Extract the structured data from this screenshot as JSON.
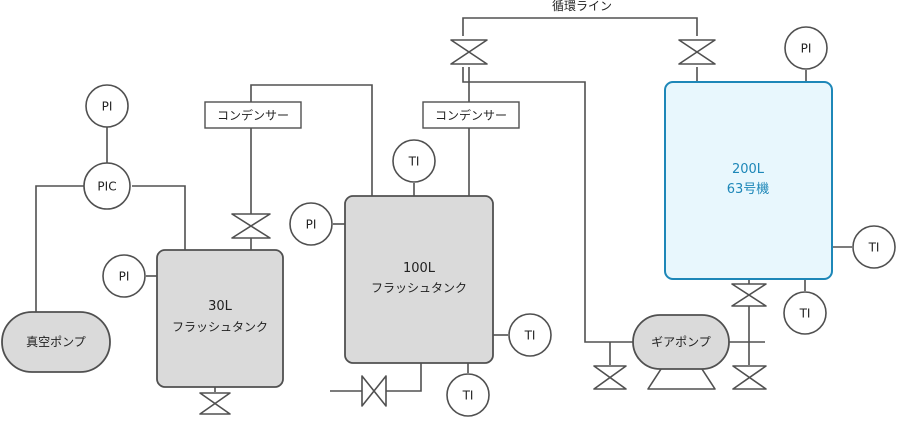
{
  "labels": {
    "recirc_line": "循環ライン",
    "condenser": "コンデンサー",
    "vacuum_pump": "真空ポンプ",
    "gear_pump": "ギアポンプ",
    "pi": "PI",
    "pic": "PIC",
    "ti": "TI"
  },
  "tanks": {
    "small": {
      "volume": "30L",
      "type": "フラッシュタンク"
    },
    "medium": {
      "volume": "100L",
      "type": "フラッシュタンク"
    },
    "large": {
      "volume": "200L",
      "machine": "63号機"
    }
  },
  "colors": {
    "line": "#505050",
    "tank_fill": "#dadada",
    "main_tank_fill": "#e8f7fd",
    "main_tank_stroke": "#1d87b8"
  }
}
